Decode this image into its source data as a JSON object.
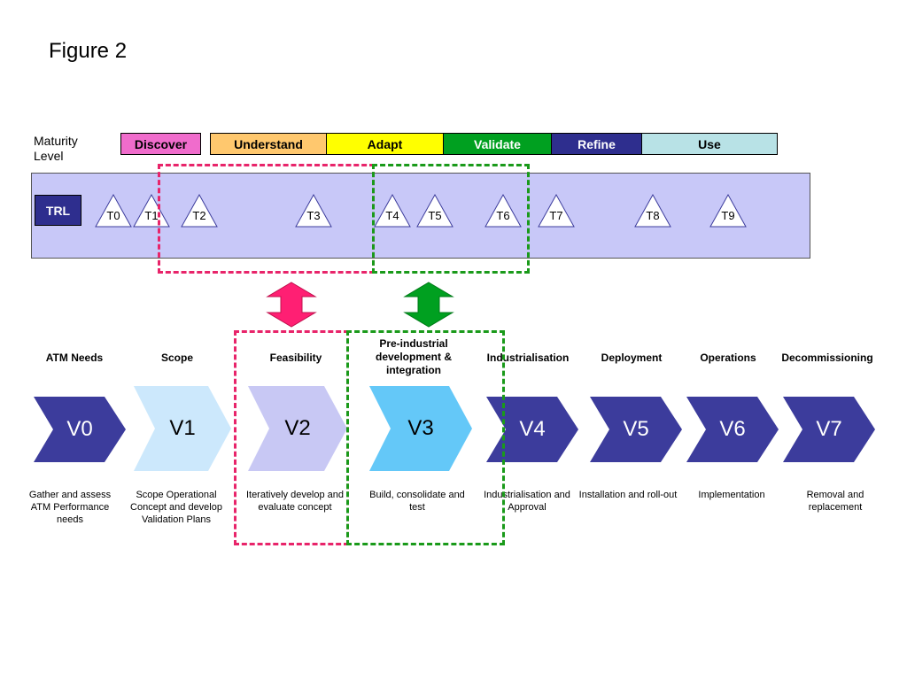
{
  "figure_title": "Figure 2",
  "maturity_level_label": "Maturity Level",
  "maturity_levels": [
    {
      "label": "Discover",
      "color": "#f06ccc"
    },
    {
      "label": "Understand",
      "color": "#ffc86e"
    },
    {
      "label": "Adapt",
      "color": "#ffff00"
    },
    {
      "label": "Validate",
      "color": "#00a020",
      "text_color": "#ffffff"
    },
    {
      "label": "Refine",
      "color": "#2e2e8e",
      "text_color": "#ffffff"
    },
    {
      "label": "Use",
      "color": "#b8e2e6"
    }
  ],
  "trl_label": "TRL",
  "trl_levels": [
    "T0",
    "T1",
    "T2",
    "T3",
    "T4",
    "T5",
    "T6",
    "T7",
    "T8",
    "T9"
  ],
  "colors": {
    "trl_band": "#c8c8f8",
    "pink_highlight": "#e8246a",
    "green_highlight": "#1a9a1a",
    "double_arrow_pink": "#ff1f73",
    "double_arrow_green": "#00a020"
  },
  "stages": [
    {
      "code": "V0",
      "title": "ATM Needs",
      "description": "Gather and assess ATM Performance needs",
      "color": "#3c3c9c",
      "text_color": "#ffffff"
    },
    {
      "code": "V1",
      "title": "Scope",
      "description": "Scope Operational Concept and develop Validation Plans",
      "color": "#cce8fc",
      "text_color": "#000000"
    },
    {
      "code": "V2",
      "title": "Feasibility",
      "description": "Iteratively develop and evaluate concept",
      "color": "#c8c8f4",
      "text_color": "#000000"
    },
    {
      "code": "V3",
      "title": "Pre-industrial development & integration",
      "description": "Build, consolidate and test",
      "color": "#64c8f8",
      "text_color": "#000000"
    },
    {
      "code": "V4",
      "title": "Industrialisation",
      "description": "Industrialisation and Approval",
      "color": "#3c3c9c",
      "text_color": "#ffffff"
    },
    {
      "code": "V5",
      "title": "Deployment",
      "description": "Installation and roll-out",
      "color": "#3c3c9c",
      "text_color": "#ffffff"
    },
    {
      "code": "V6",
      "title": "Operations",
      "description": "Implementation",
      "color": "#3c3c9c",
      "text_color": "#ffffff"
    },
    {
      "code": "V7",
      "title": "Decommissioning",
      "description": "Removal and replacement",
      "color": "#3c3c9c",
      "text_color": "#ffffff"
    }
  ]
}
